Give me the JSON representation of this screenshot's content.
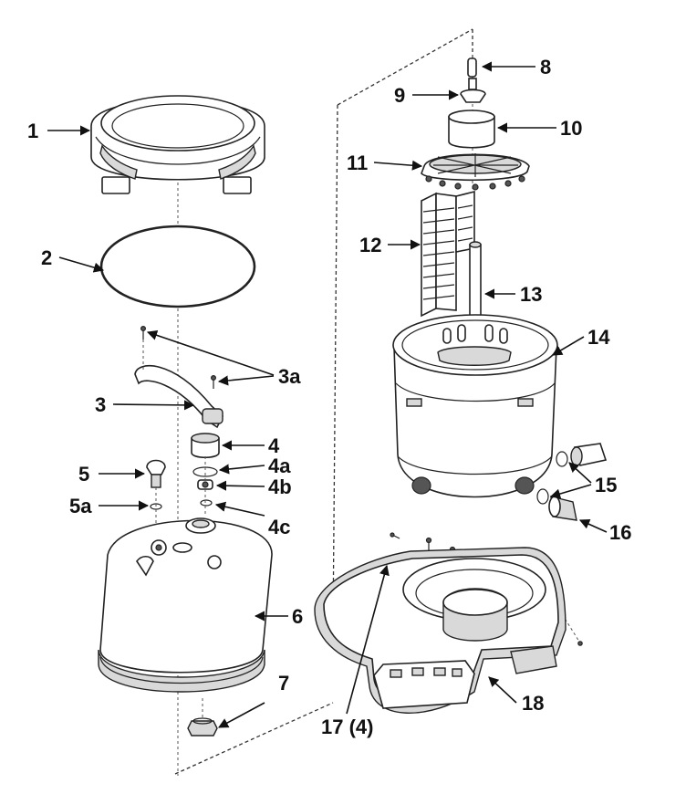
{
  "labels": {
    "p1": "1",
    "p2": "2",
    "p3": "3",
    "p3a": "3a",
    "p4": "4",
    "p4a": "4a",
    "p4b": "4b",
    "p4c": "4c",
    "p5": "5",
    "p5a": "5a",
    "p6": "6",
    "p7": "7",
    "p8": "8",
    "p9": "9",
    "p10": "10",
    "p11": "11",
    "p12": "12",
    "p13": "13",
    "p14": "14",
    "p15": "15",
    "p16": "16",
    "p17": "17 (4)",
    "p18": "18"
  }
}
